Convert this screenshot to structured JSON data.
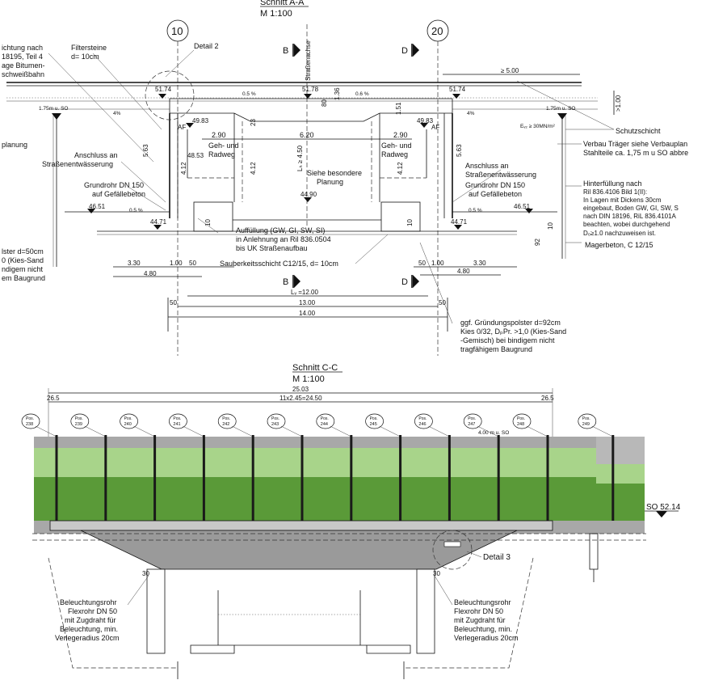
{
  "section_aa": {
    "title": "Schnitt A-A",
    "scale": "M 1:100",
    "axis_left": "10",
    "axis_right": "20",
    "cut_b_top": "B",
    "cut_d_top": "D",
    "cut_b_bottom": "B",
    "cut_d_bottom": "D",
    "strassenachse": "Straßenachse",
    "labels": {
      "abdichtung": [
        "ichtung nach",
        "18195, Teil 4",
        "age Bitumen-",
        "schweißbahn"
      ],
      "filtersteine": [
        "Filtersteine",
        "d= 10cm"
      ],
      "detail2": "Detail 2",
      "planung": "planung",
      "anschluss_left": [
        "Anschluss an",
        "Straßenentwässerung"
      ],
      "grundrohr_left": [
        "Grundrohr DN 150",
        "auf Gefällebeton"
      ],
      "polster_left": [
        "lster d=50cm",
        "0 (Kies-Sand",
        "ndigem nicht",
        "em Baugrund"
      ],
      "geh_left": [
        "Geh- und",
        "Radweg"
      ],
      "geh_right": [
        "Geh- und",
        "Radweg"
      ],
      "siehe": [
        "Siehe besondere",
        "Planung"
      ],
      "auffuellung": [
        "Auffüllung (GW, GI, SW, SI)",
        "in Anlehnung an Ril 836.0504",
        "bis UK Straßenaufbau"
      ],
      "sauberkeit": "Sauberkeitsschicht C12/15, d= 10cm",
      "anschluss_right": [
        "Anschluss an",
        "Straßenentwässerung"
      ],
      "grundrohr_right": [
        "Grundrohr DN 150",
        "auf Gefällebeton"
      ],
      "schutzschicht": "Schutzschicht",
      "verbau": [
        "Verbau Träger siehe Verbauplan",
        "Stahlteile ca. 1,75 m u SO abbre"
      ],
      "hinterfuellung": [
        "Hinterfüllung nach",
        "Ril 836.4106 Bild 1(II):",
        "In Lagen mit Dickens 30cm",
        "eingebaut, Boden GW, GI, SW, S",
        "nach DIN 18196, RiL 836.4101A",
        "beachten, wobei durchgehend",
        "D₀≥1.0 nachzuweisen ist."
      ],
      "magerbeton": "Magerbeton, C 12/15",
      "gruendung": [
        "ggf.  Gründungspolster d=92cm",
        "Kies 0/32, DₚPr. >1,0 (Kies-Sand",
        "-Gemisch) bei bindigem nicht",
        "tragfähigem Baugrund"
      ],
      "af_left": "AF",
      "af_right": "AF",
      "ev2": "Eᵥ₂ ≥ 30MN/m²",
      "so_left": "1.75m u. SO",
      "so_right": "1.75m u. SO",
      "ge100": ">1.00"
    },
    "levels": {
      "lvl_51_74": "51.74",
      "lvl_51_78": "51.78",
      "lvl_51_74r": "51.74",
      "lvl_49_83l": "49.83",
      "lvl_49_83r": "49.83",
      "lvl_48_53": "48.53",
      "lvl_46_51l": "46.51",
      "lvl_46_51r": "46.51",
      "lvl_44_71l": "44.71",
      "lvl_44_71r": "44.71",
      "lvl_44_90": "44.90"
    },
    "dims": {
      "d_5_00": "≥ 5.00",
      "d_2_90l": "2.90",
      "d_6_20": "6.20",
      "d_2_90r": "2.90",
      "d_lh": "Lₕ ≥ 4.50",
      "d_412a": "4.12",
      "d_412b": "4.12",
      "d_412c": "4.12",
      "d_563l": "5.63",
      "d_563r": "5.63",
      "d_151": "1.51",
      "d_23": "23",
      "d_80": "80",
      "d_136": "1.36",
      "d_330l": "3.30",
      "d_100l": "1.00",
      "d_50l": "50",
      "d_480l": "4.80",
      "d_50r": "50",
      "d_100r": "1.00",
      "d_330r": "3.30",
      "d_480r": "4.80",
      "d_lw": "Lᵥ =12.00",
      "d_1300": "13.00",
      "d_1400": "14.00",
      "d_50a": "50",
      "d_50b": "50",
      "d_92": "92",
      "d_10": "10",
      "d_100v": "1.00",
      "slope_05": "0.5 %",
      "slope_4": "4%",
      "slope_06": "0.6 %"
    }
  },
  "section_cc": {
    "title": "Schnitt C-C",
    "scale": "M 1:100",
    "overall": "25.03",
    "spacing": "11x2.45=24.50",
    "end_left": "26.5",
    "end_right": "26.5",
    "pos_tag": "Pos.",
    "positions": [
      "238",
      "239",
      "240",
      "241",
      "242",
      "243",
      "244",
      "245",
      "246",
      "247",
      "248",
      "249"
    ],
    "so_label": "SO 52.14",
    "depth_note": "4.00 m u. SO",
    "detail3": "Detail 3",
    "dim_30l": "30",
    "dim_30r": "30",
    "beleuchtung_left": [
      "Beleuchtungsrohr",
      "Flexrohr DN 50",
      "mit Zugdraht für",
      "Beleuchtung, min.",
      "Verlegeradius 20cm"
    ],
    "beleuchtung_right": [
      "Beleuchtungsrohr",
      "Flexrohr DN 50",
      "mit Zugdraht für",
      "Beleuchtung, min.",
      "Verlegeradius 20cm"
    ],
    "colors": {
      "grey_band": "#a8a8a8",
      "light_green": "#a8d48a",
      "dark_green": "#5a9a38",
      "deck_grey": "#9a9a9a"
    }
  }
}
